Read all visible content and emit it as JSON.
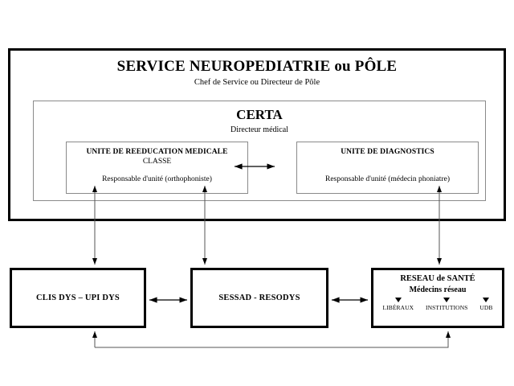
{
  "service": {
    "title": "SERVICE NEUROPEDIATRIE ou PÔLE",
    "subtitle": "Chef de Service ou Directeur de Pôle"
  },
  "certa": {
    "title": "CERTA",
    "subtitle": "Directeur médical",
    "units": [
      {
        "heading": "UNITE DE REEDUCATION MEDICALE",
        "subheading": "CLASSE",
        "responsable": "Responsable d'unité (orthophoniste)"
      },
      {
        "heading": "UNITE DE DIAGNOSTICS",
        "subheading": "",
        "responsable": "Responsable d'unité (médecin phoniatre)"
      }
    ]
  },
  "partners": {
    "clis": {
      "label": "CLIS DYS – UPI DYS"
    },
    "sessad": {
      "label": "SESSAD - RESODYS"
    },
    "reseau": {
      "title": "RESEAU de SANTÉ",
      "subtitle": "Médecins réseau",
      "nodes": [
        {
          "label": "LIBÉRAUX"
        },
        {
          "label": "INSTITUTIONS"
        },
        {
          "label": "UDB"
        }
      ]
    }
  },
  "colors": {
    "line": "#000000",
    "thin_frame": "#8a8a8a",
    "background": "#ffffff"
  }
}
